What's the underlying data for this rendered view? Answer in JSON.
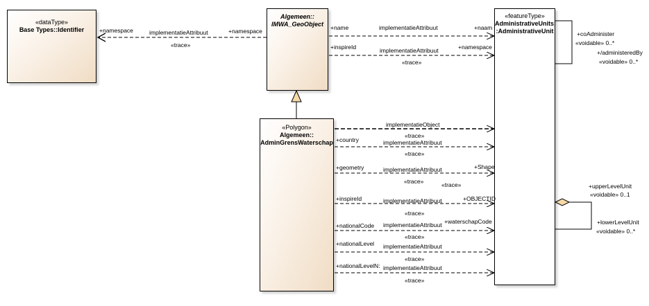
{
  "classes": {
    "identifier": {
      "stereotype": "«dataType»",
      "name": "Base Types::Identifier"
    },
    "geo_object": {
      "name_line1": "Algemeen::",
      "name_line2": "IMWA_GeoObject"
    },
    "admin_grens": {
      "stereotype": "«Polygon»",
      "name_line1": "Algemeen::",
      "name_line2": "AdminGrensWaterschap"
    },
    "admin_unit": {
      "stereotype": "«featureType»",
      "name_line1": "AdministrativeUnits:",
      "name_line2": ":AdministrativeUnit"
    }
  },
  "connectors": {
    "namespace_link": {
      "source_role": "+namespace",
      "label": "implementatieAttribuut",
      "target_role": "+namespace",
      "trace": "«trace»"
    },
    "name_link": {
      "source_role": "+name",
      "label": "implementatieAttribuut",
      "target_role": "+naam"
    },
    "inspireid_link": {
      "source_role": "+inspireId",
      "label": "implementatieAttribuut",
      "target_role": "+namespace",
      "trace": "«trace»"
    },
    "object_link": {
      "label": "implementatieObject",
      "trace": "«trace»"
    },
    "country_link": {
      "source_role": "+country",
      "label": "implementatieAttribuut",
      "trace": "«trace»"
    },
    "geometry_link": {
      "source_role": "+geometry",
      "label": "implementatieAttribuut",
      "target_role": "+Shape",
      "trace": "«trace»",
      "trace2": "«trace»"
    },
    "inspireid2_link": {
      "source_role": "+inspireId",
      "label": "implementatieAttribuut",
      "target_role": "+OBJECTID",
      "trace": "«trace»"
    },
    "nationalcode_link": {
      "source_role": "+nationalCode",
      "label": "implementatieAttribuut",
      "target_role": "+waterschapCode",
      "trace": "«trace»"
    },
    "nationallevel_link": {
      "source_role": "+nationalLevel",
      "label": "implementatieAttribuut",
      "trace": "«trace»"
    },
    "nationallevelname_link": {
      "source_role": "+nationalLevelN:",
      "label": "implementatieAttribuut",
      "trace": "«trace»"
    }
  },
  "self_associations": {
    "coadminister": {
      "role1": "+coAdminister",
      "mult1": "«voidable» 0..*",
      "role2": "+/administeredBy",
      "mult2": "«voidable» 0..*"
    },
    "levels": {
      "role1": "+upperLevelUnit",
      "mult1": "«voidable» 0..1",
      "role2": "+lowerLevelUnit",
      "mult2": "«voidable» 0..*"
    }
  }
}
